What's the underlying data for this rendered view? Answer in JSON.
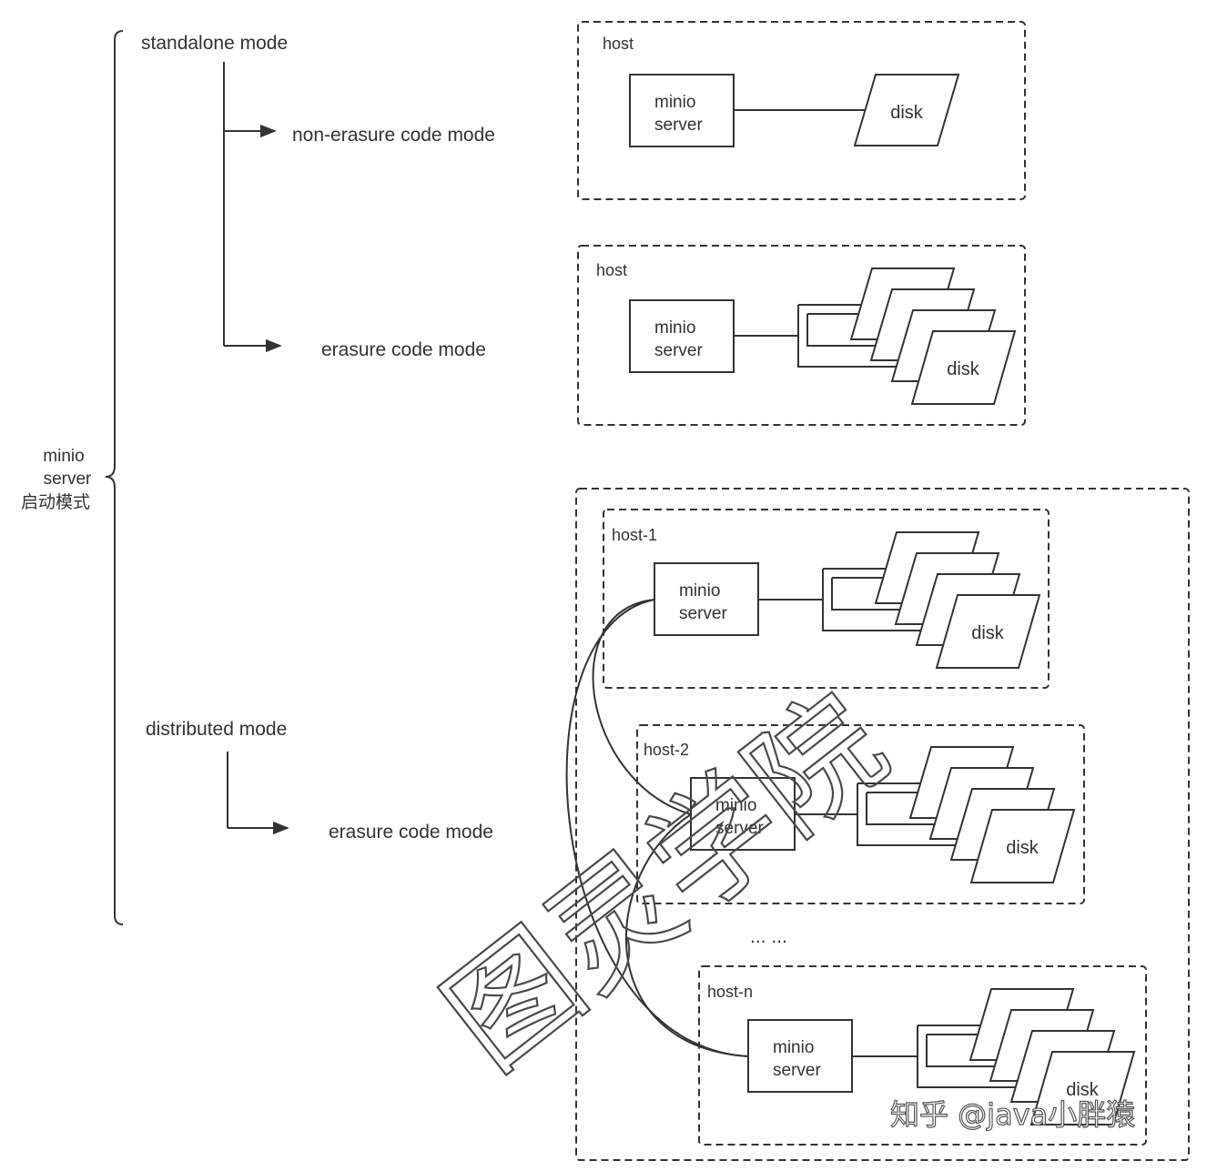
{
  "root_label": [
    "minio",
    "server",
    "启动模式"
  ],
  "standalone": {
    "title": "standalone mode",
    "branch_1": "non-erasure code mode",
    "branch_2": "erasure code mode"
  },
  "distributed": {
    "title": "distributed mode",
    "branch_1": "erasure code mode"
  },
  "panels": {
    "host_a": "host",
    "host_b": "host",
    "host_1": "host-1",
    "host_2": "host-2",
    "host_n": "host-n"
  },
  "server_label": [
    "minio",
    "server"
  ],
  "disk_label": "disk",
  "ellipsis": "... ...",
  "watermark": "图灵学院",
  "credit": "知乎 @java小胖猿"
}
